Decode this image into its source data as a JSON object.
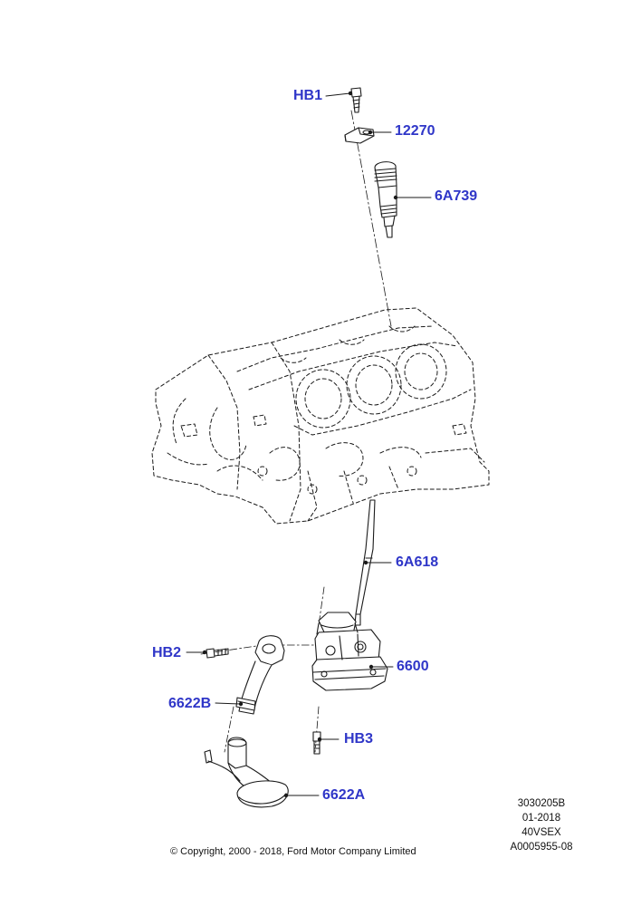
{
  "callouts": {
    "hb1": "HB1",
    "c12270": "12270",
    "c6a739": "6A739",
    "c6a618": "6A618",
    "hb2": "HB2",
    "c6600": "6600",
    "c6622b": "6622B",
    "hb3": "HB3",
    "c6622a": "6622A"
  },
  "meta": {
    "line1": "3030205B",
    "line2": "01-2018",
    "line3": "40VSEX",
    "line4": "A0005955-08"
  },
  "copyright": "© Copyright, 2000 - 2018, Ford Motor Company Limited",
  "colors": {
    "callout": "#2f36c8",
    "linework": "#1a1a1a"
  }
}
